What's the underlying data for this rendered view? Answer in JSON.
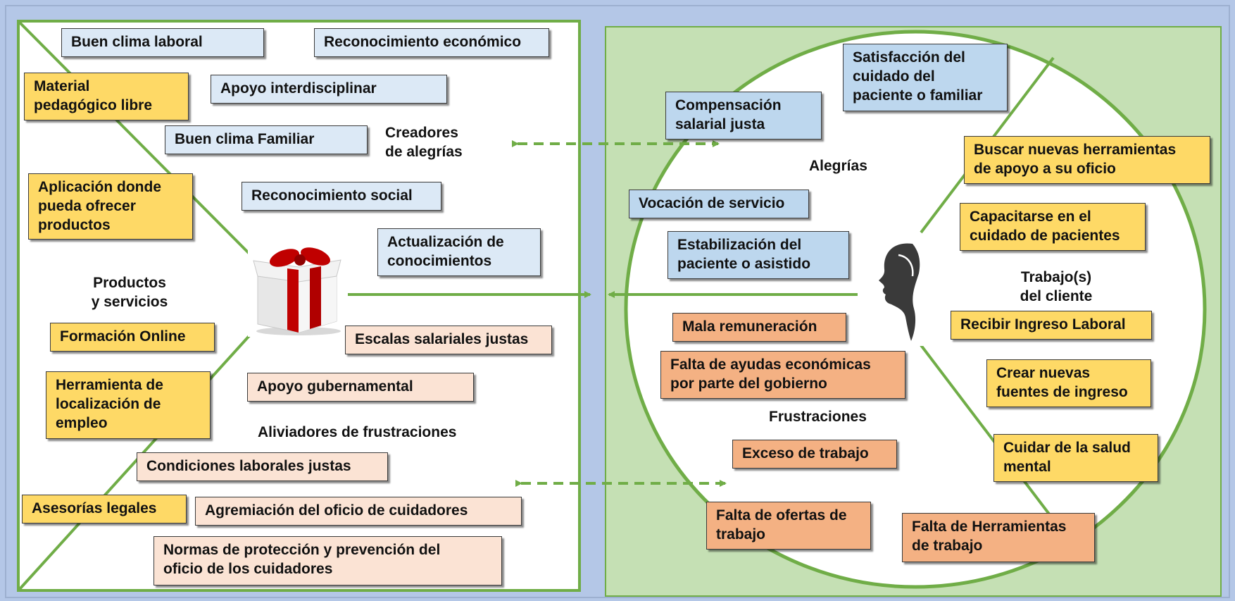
{
  "colors": {
    "background": "#b4c7e7",
    "product_panel_fill": "#ffffff",
    "profile_panel_fill": "#c5e0b4",
    "green_stroke": "#70ad47",
    "blue_box": "#bdd7ee",
    "light_blue_box": "#dce9f6",
    "yellow_box": "#fed966",
    "peach_box": "#fbe3d4",
    "orange_box": "#f4b183"
  },
  "icons": {
    "product": "gift-box-icon",
    "customer": "face-profile-icon"
  },
  "product_map": {
    "gain_creators": {
      "title": "Creadores\nde alegrías",
      "items": [
        "Buen clima laboral",
        "Reconocimiento económico",
        "Apoyo interdisciplinar",
        "Buen clima Familiar",
        "Reconocimiento social",
        "Actualización de\nconocimientos"
      ]
    },
    "products_services": {
      "title": "Productos\ny servicios",
      "items": [
        "Material\npedagógico libre",
        "Aplicación donde\npueda ofrecer\nproductos",
        "Formación Online",
        "Herramienta de\nlocalización de\nempleo",
        "Asesorías legales"
      ]
    },
    "pain_relievers": {
      "title": "Aliviadores de frustraciones",
      "items": [
        "Escalas salariales justas",
        "Apoyo gubernamental",
        "Condiciones laborales justas",
        "Agremiación del oficio de cuidadores",
        "Normas de protección y prevención del\noficio de los cuidadores"
      ]
    }
  },
  "customer_profile": {
    "gains": {
      "title": "Alegrías",
      "items": [
        "Satisfacción del\ncuidado del\npaciente o familiar",
        "Compensación\nsalarial justa",
        "Vocación de servicio",
        "Estabilización del\npaciente o asistido"
      ]
    },
    "jobs": {
      "title": "Trabajo(s)\ndel cliente",
      "items": [
        "Buscar nuevas herramientas\nde apoyo a su oficio",
        "Capacitarse en el\ncuidado de pacientes",
        "Recibir Ingreso Laboral",
        "Crear nuevas\nfuentes de ingreso",
        "Cuidar de la salud\nmental"
      ]
    },
    "pains": {
      "title": "Frustraciones",
      "items": [
        "Mala remuneración",
        "Falta de ayudas económicas\npor parte del gobierno",
        "Exceso de trabajo",
        "Falta de ofertas de\ntrabajo",
        "Falta de Herramientas\nde trabajo"
      ]
    }
  }
}
